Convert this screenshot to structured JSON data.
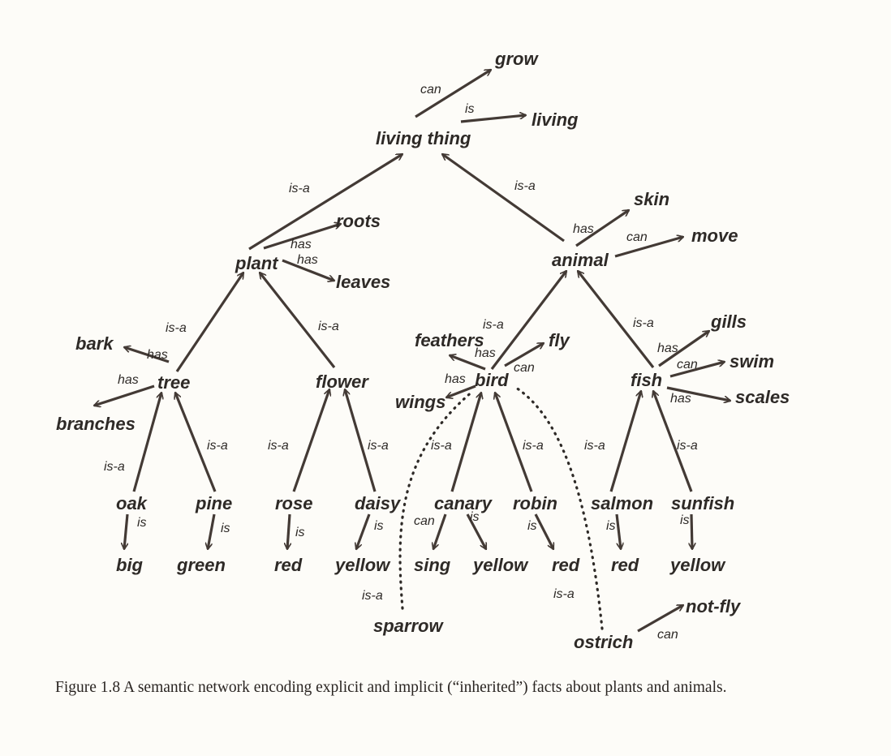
{
  "nodes": {
    "grow": "grow",
    "living": "living",
    "living_thing": "living thing",
    "plant": "plant",
    "animal": "animal",
    "roots": "roots",
    "leaves": "leaves",
    "skin": "skin",
    "move": "move",
    "bark": "bark",
    "branches": "branches",
    "tree": "tree",
    "flower": "flower",
    "feathers": "feathers",
    "fly": "fly",
    "bird": "bird",
    "wings": "wings",
    "gills": "gills",
    "swim": "swim",
    "scales": "scales",
    "fish": "fish",
    "oak": "oak",
    "pine": "pine",
    "rose": "rose",
    "daisy": "daisy",
    "canary": "canary",
    "robin": "robin",
    "salmon": "salmon",
    "sunfish": "sunfish",
    "big": "big",
    "green": "green",
    "red_rose": "red",
    "yellow_daisy": "yellow",
    "sing": "sing",
    "yellow_canary": "yellow",
    "red_robin": "red",
    "red_salmon": "red",
    "yellow_sunfish": "yellow",
    "sparrow": "sparrow",
    "ostrich": "ostrich",
    "not_fly": "not-fly"
  },
  "relations": {
    "is_a": "is-a",
    "has": "has",
    "can": "can",
    "is": "is"
  },
  "caption": "Figure 1.8 A semantic network encoding explicit and implicit (“inherited”) facts about plants and animals."
}
